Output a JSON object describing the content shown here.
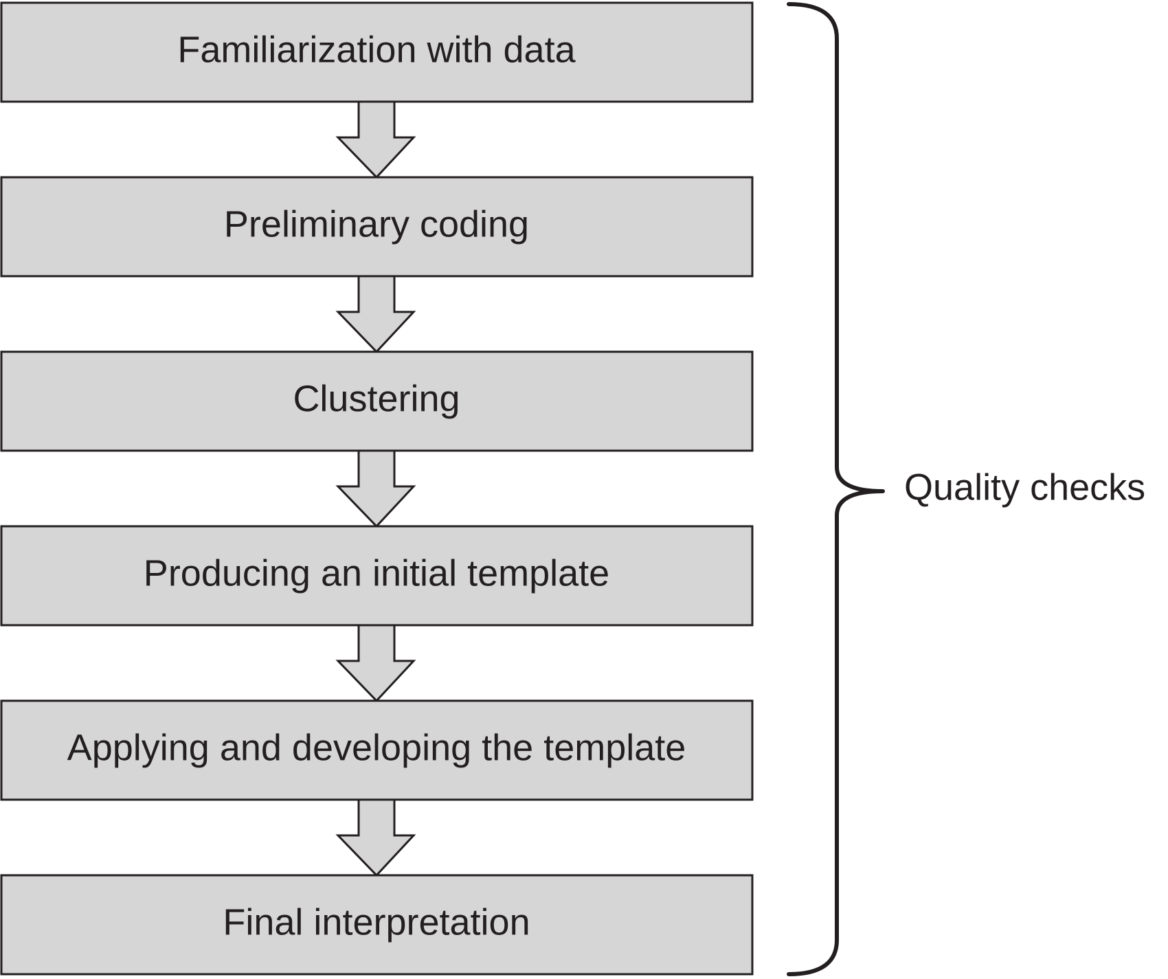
{
  "diagram": {
    "steps": [
      {
        "label": "Familiarization with data"
      },
      {
        "label": "Preliminary coding"
      },
      {
        "label": "Clustering"
      },
      {
        "label": "Producing an initial template"
      },
      {
        "label": "Applying and developing the template"
      },
      {
        "label": "Final interpretation"
      }
    ],
    "bracket_label": "Quality checks",
    "colors": {
      "box_fill": "#d6d6d6",
      "stroke": "#231f20",
      "text": "#231f20",
      "background": "#ffffff"
    }
  }
}
